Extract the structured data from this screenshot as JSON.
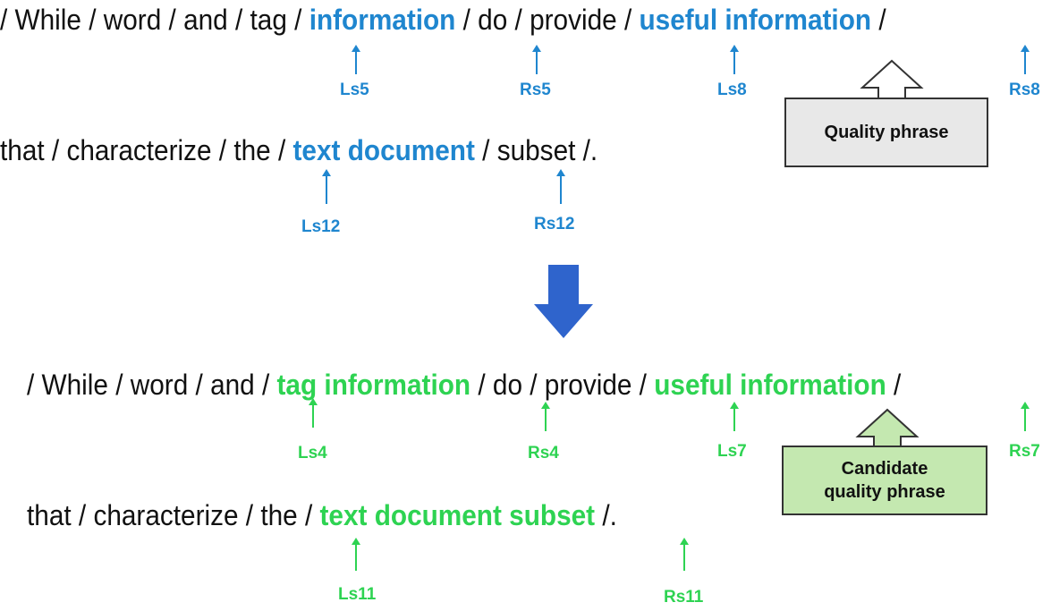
{
  "top": {
    "line1": {
      "seg_a": "/ While / word / and / tag / ",
      "hl_a": "information",
      "seg_b": " / do / provide / ",
      "hl_b": "useful information",
      "seg_c": " /"
    },
    "line2": {
      "seg_a": "that / characterize / the / ",
      "hl_a": "text  document",
      "seg_b": " / subset /."
    },
    "markers": [
      "Ls5",
      "Rs5",
      "Ls8",
      "Rs8",
      "Ls12",
      "Rs12"
    ],
    "box_label": "Quality phrase"
  },
  "bottom": {
    "line1": {
      "seg_a": "/ While / word / and / ",
      "hl_a": "tag information",
      "seg_b": " / do / provide / ",
      "hl_b": "useful information",
      "seg_c": " /"
    },
    "line2": {
      "seg_a": "that / characterize / the / ",
      "hl_a": "text  document subset",
      "seg_b": " /."
    },
    "markers": [
      "Ls4",
      "Rs4",
      "Ls7",
      "Rs7",
      "Ls11",
      "Rs11"
    ],
    "box_label": "Candidate quality phrase"
  },
  "colors": {
    "blue": "#1f86cf",
    "green": "#2ed352",
    "down_arrow": "#2f64cc",
    "box_gray": "#e8e8e8",
    "box_green": "#c4e8b0"
  }
}
